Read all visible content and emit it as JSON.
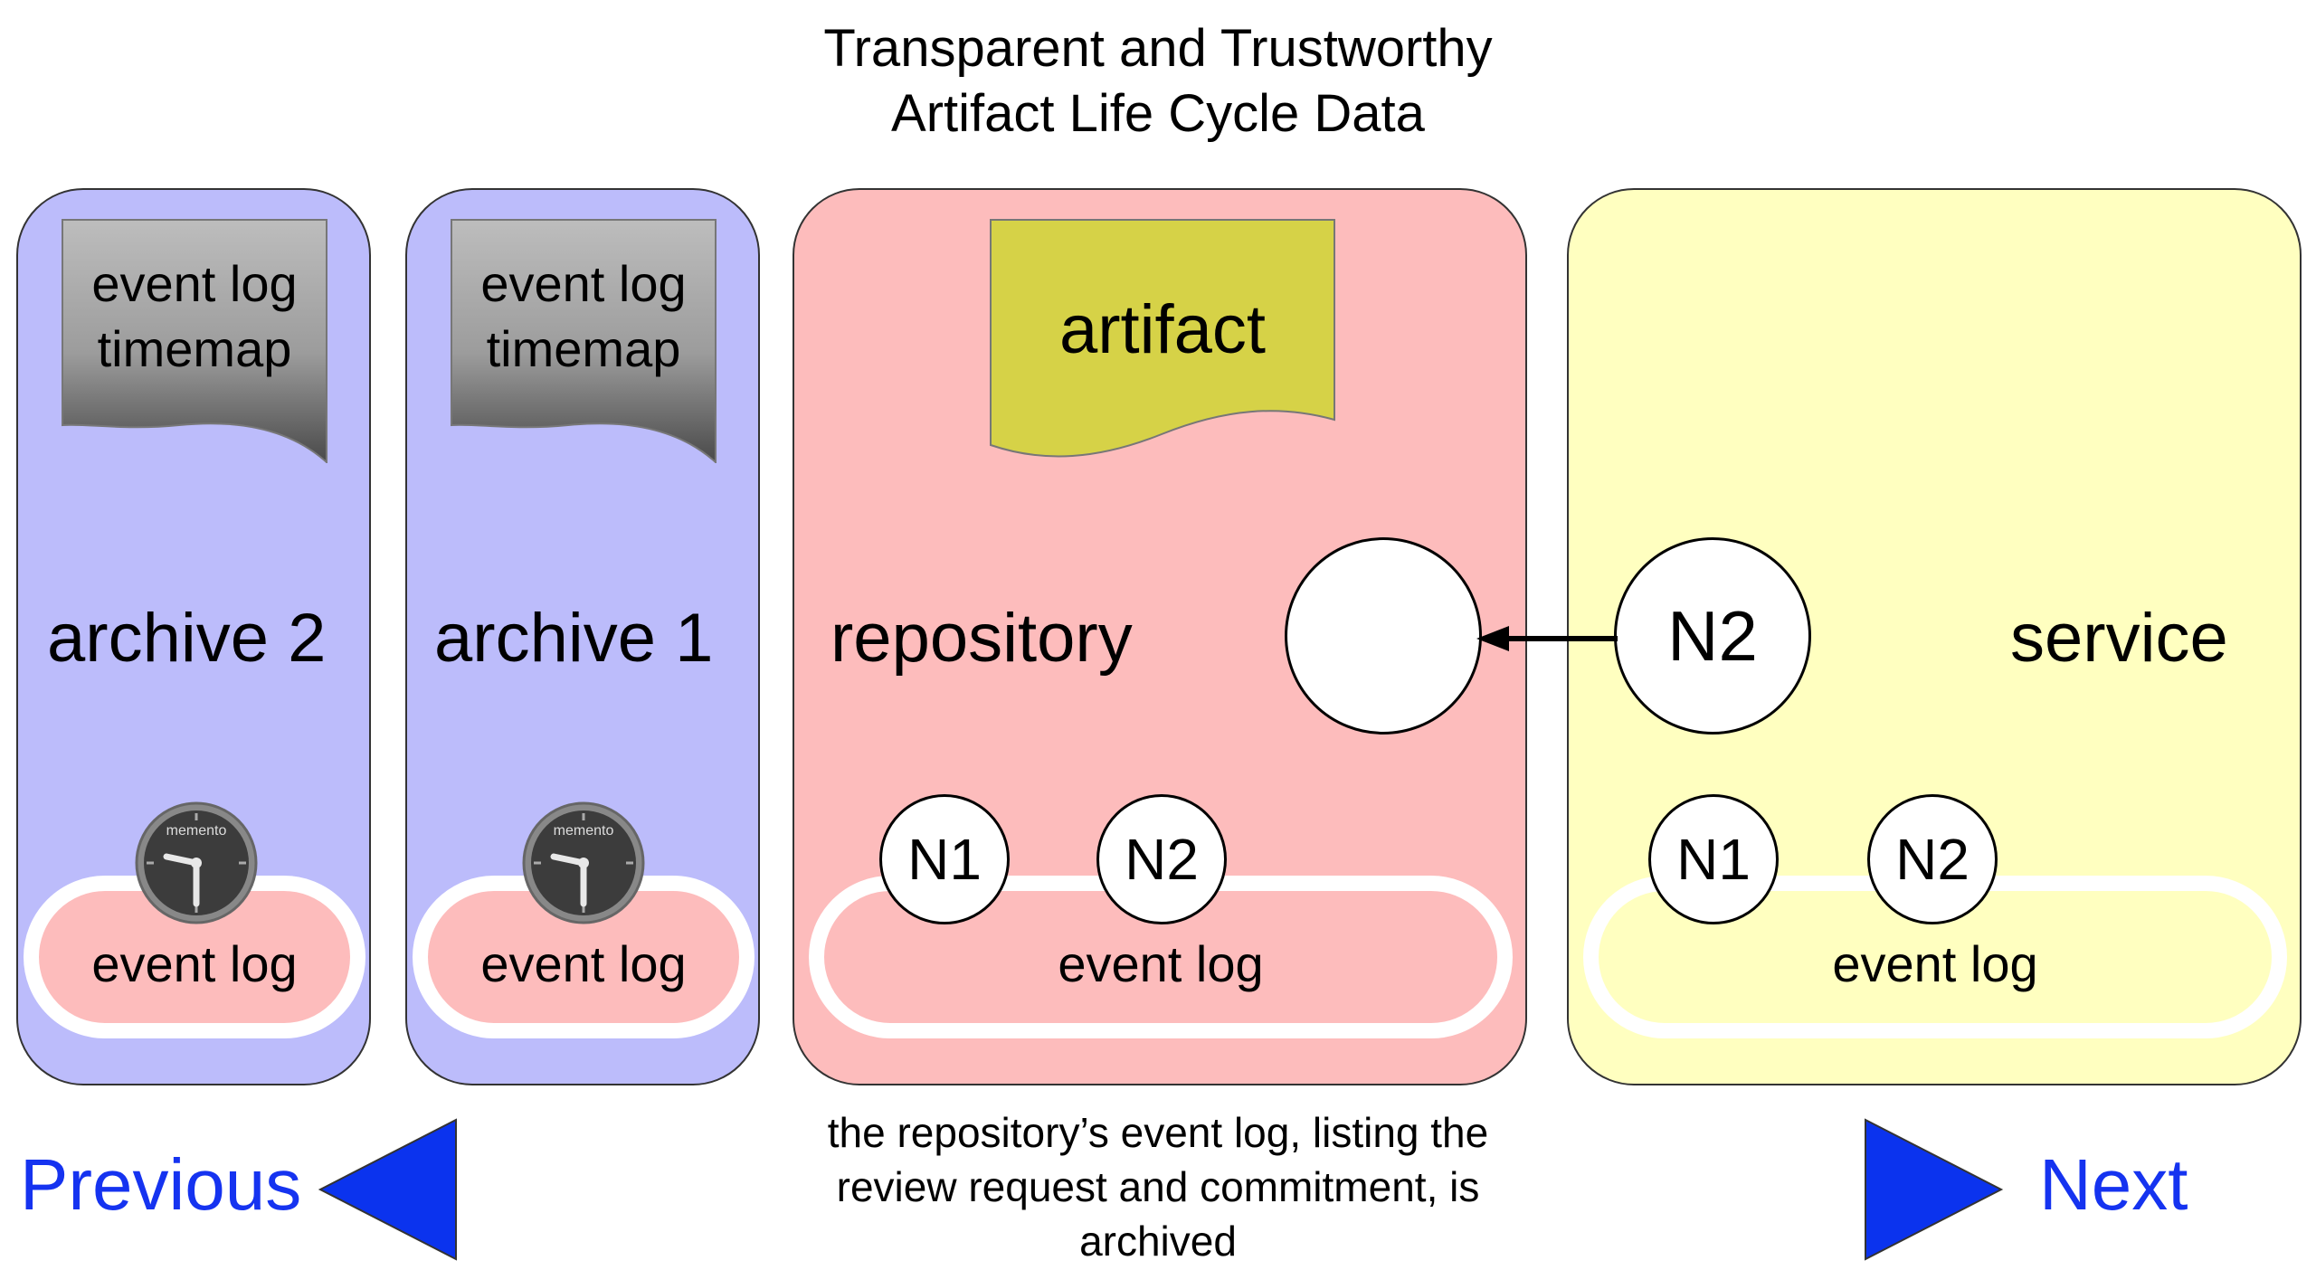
{
  "title": {
    "line1": "Transparent and Trustworthy",
    "line2": "Artifact Life Cycle Data"
  },
  "panels": {
    "archive2": {
      "label": "archive 2",
      "doc_line1": "event log",
      "doc_line2": "timemap",
      "clock_label": "memento",
      "event_log": "event log"
    },
    "archive1": {
      "label": "archive 1",
      "doc_line1": "event log",
      "doc_line2": "timemap",
      "clock_label": "memento",
      "event_log": "event log"
    },
    "repository": {
      "label": "repository",
      "doc": "artifact",
      "node_empty": "",
      "node1": "N1",
      "node2": "N2",
      "event_log": "event log"
    },
    "service": {
      "label": "service",
      "node_big": "N2",
      "node1": "N1",
      "node2": "N2",
      "event_log": "event log"
    }
  },
  "caption": {
    "line1": "the repository’s event log, listing the",
    "line2": "review request and commitment, is",
    "line3": "archived"
  },
  "nav": {
    "previous": "Previous",
    "next": "Next"
  },
  "colors": {
    "archive_bg": "#bcbcfb",
    "repository_bg": "#fdbcbc",
    "service_bg": "#ffffc0",
    "artifact_doc": "#d6d247",
    "nav_blue": "#1533f0",
    "arrow_blue": "#0b33ee"
  }
}
